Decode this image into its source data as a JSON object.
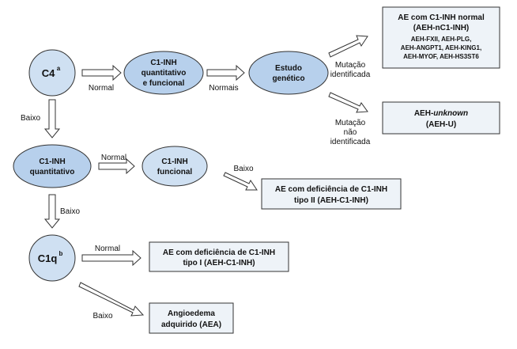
{
  "colors": {
    "circle_fill": "#cfe0f2",
    "ellipse_dark": "#b7d0ec",
    "box_fill": "#eef3f8",
    "stroke": "#333333"
  },
  "nodes": {
    "c4": {
      "label": "C4",
      "sup": "a"
    },
    "c1inh_quant_func": {
      "line1": "C1-INH",
      "line2": "quantitativo",
      "line3": "e funcional"
    },
    "estudo_genetico": {
      "line1": "Estudo",
      "line2": "genético"
    },
    "ae_normal": {
      "title1": "AE com C1-INH normal",
      "title2": "(AEH-nC1-INH)",
      "list": [
        "AEH-FXII, AEH-PLG,",
        "AEH-ANGPT1, AEH-KING1,",
        "AEH-MYOF, AEH-HS3ST6"
      ]
    },
    "aeh_unknown": {
      "prefix": "AEH-",
      "italic": "unknown",
      "line2": "(AEH-U)"
    },
    "c1inh_quant": {
      "line1": "C1-INH",
      "line2": "quantitativo"
    },
    "c1inh_func": {
      "line1": "C1-INH",
      "line2": "funcional"
    },
    "ae_def_tipo2": {
      "line1": "AE com deficiência de C1-INH",
      "line2": "tipo II (AEH-C1-INH)"
    },
    "c1q": {
      "label": "C1q",
      "sup": "b"
    },
    "ae_def_tipo1": {
      "line1": "AE com deficiência de C1-INH",
      "line2": "tipo I (AEH-C1-INH)"
    },
    "angioedema_adquirido": {
      "line1": "Angioedema",
      "line2": "adquirido (AEA)"
    }
  },
  "edges": {
    "c4_normal": "Normal",
    "normais": "Normais",
    "mut_ident": {
      "line1": "Mutação",
      "line2": "identificada"
    },
    "mut_nao_ident": {
      "line1": "Mutação",
      "line2": "não",
      "line3": "identificada"
    },
    "c4_baixo": "Baixo",
    "quant_normal": "Normal",
    "func_baixo": "Baixo",
    "quant_baixo": "Baixo",
    "c1q_normal": "Normal",
    "c1q_baixo": "Baixo"
  }
}
